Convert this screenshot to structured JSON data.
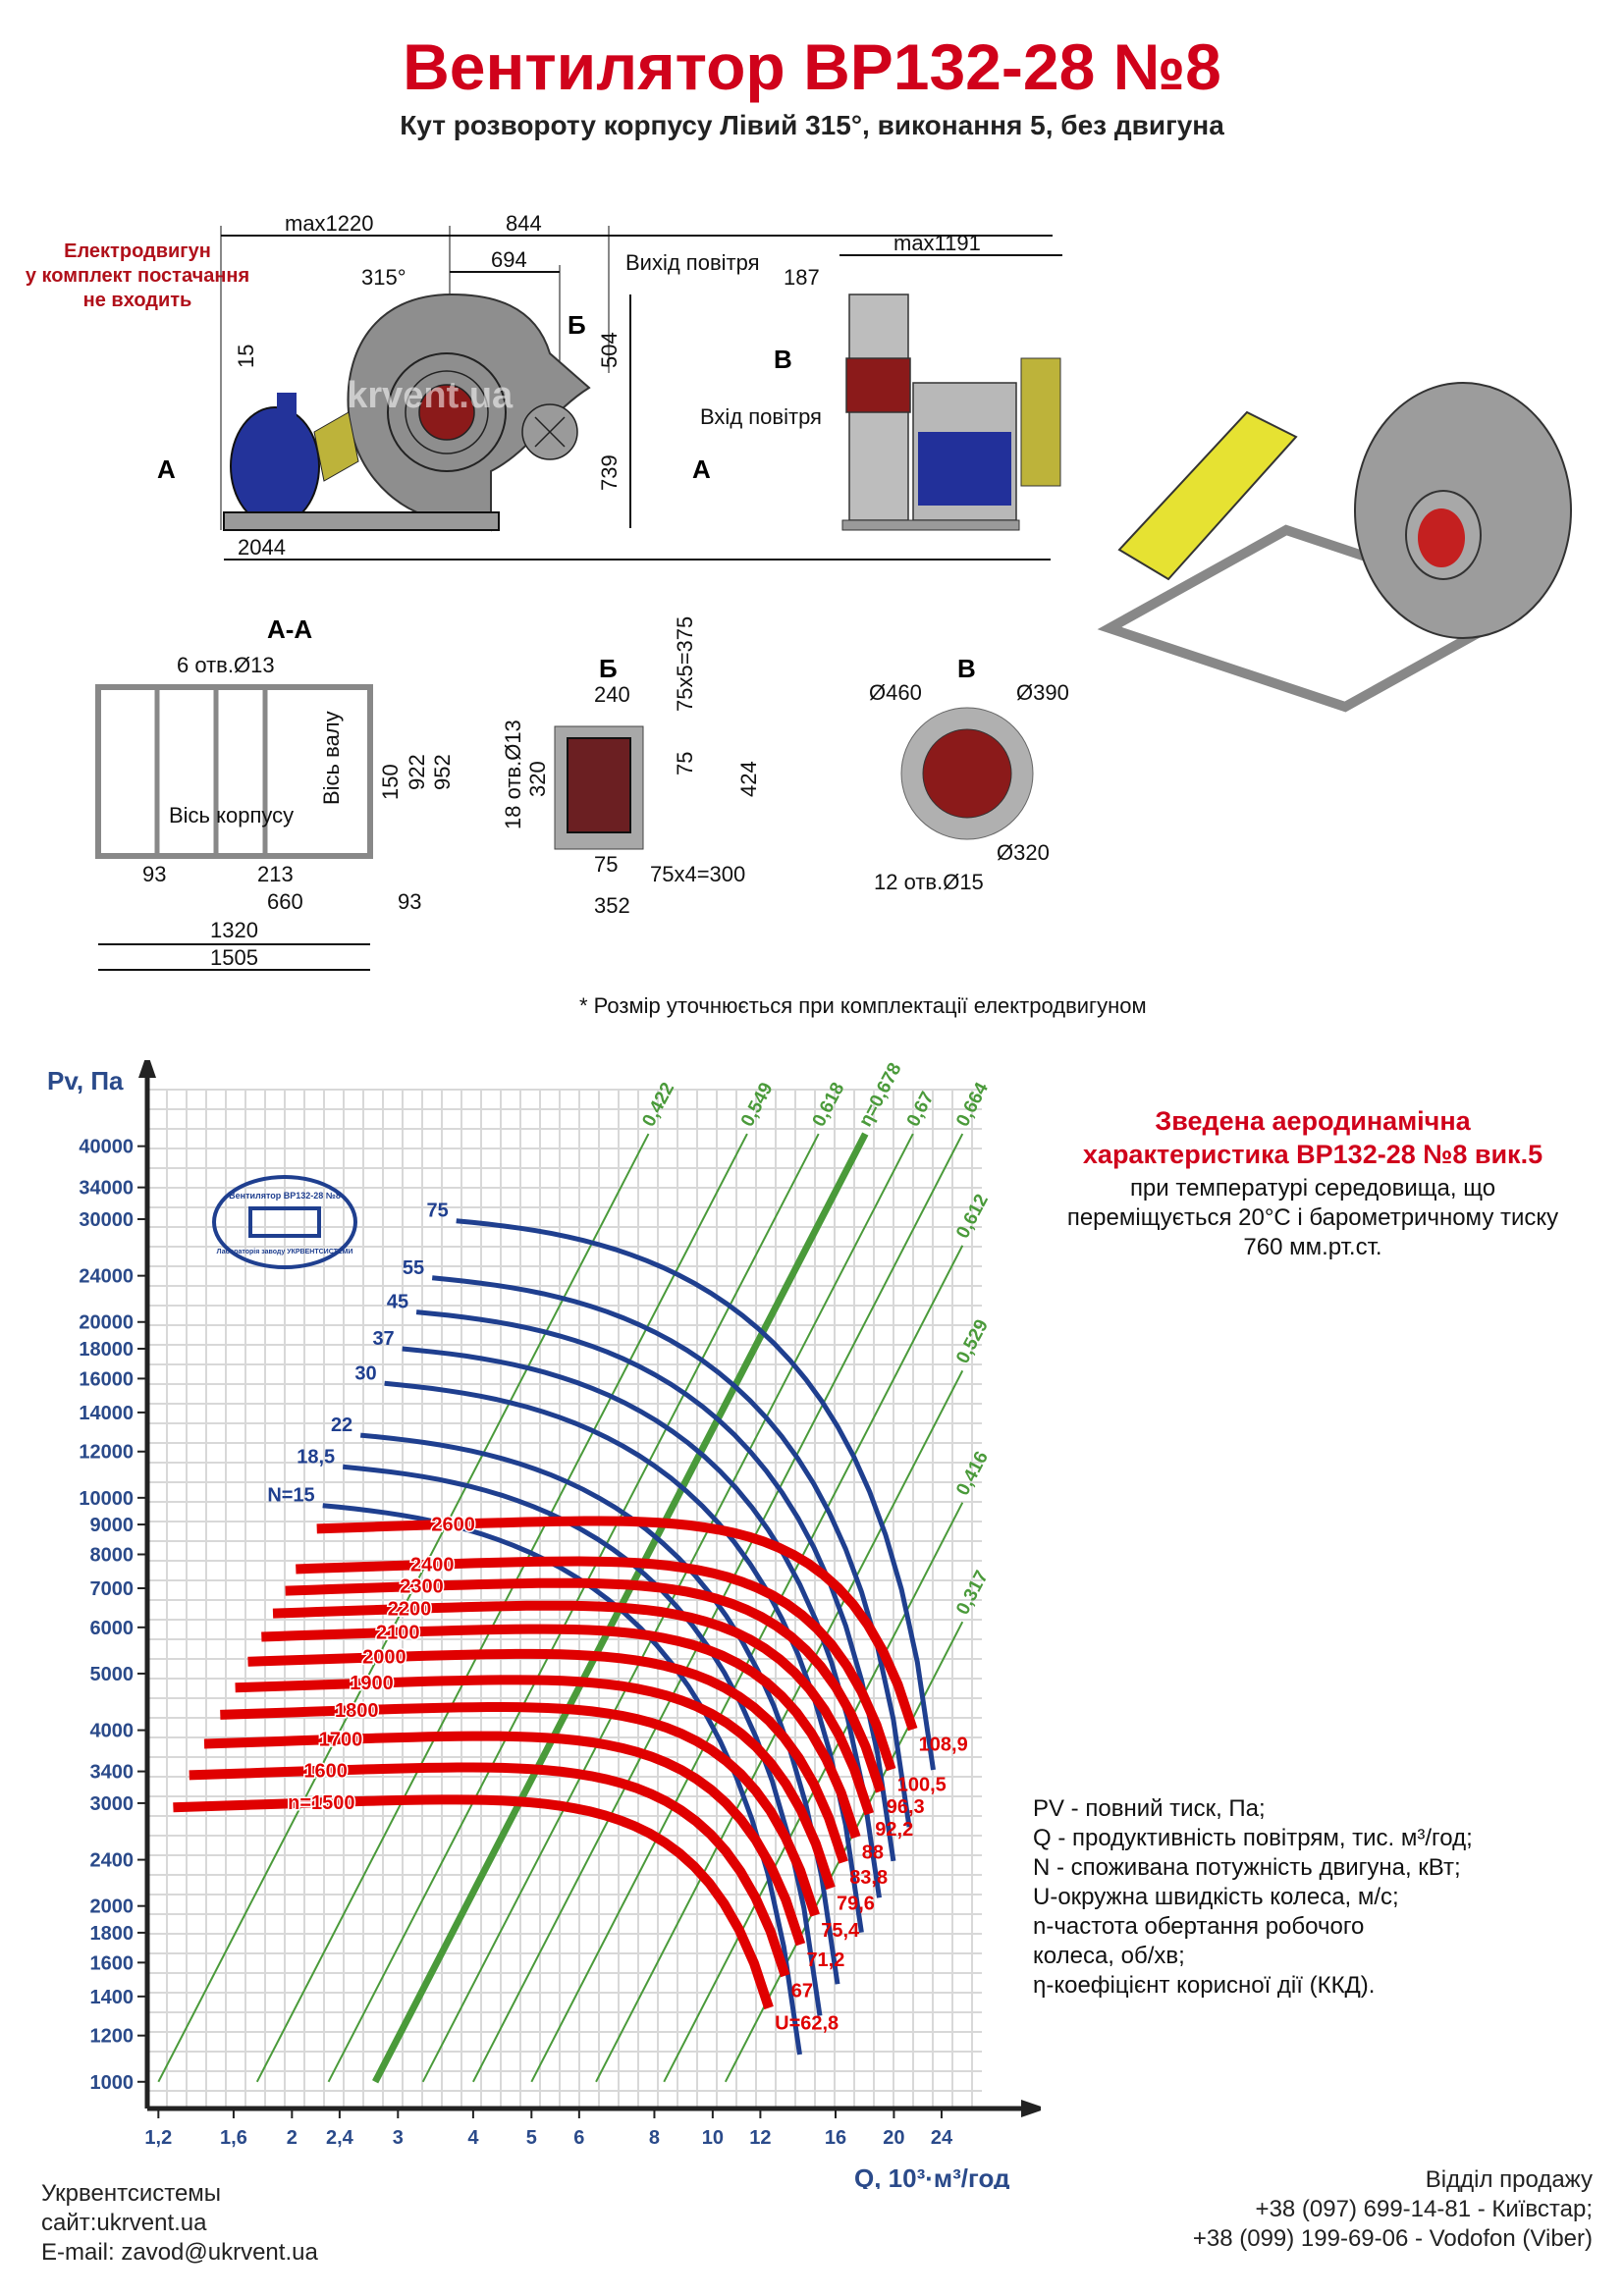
{
  "header": {
    "title": "Вентилятор ВР132-28 №8",
    "subtitle": "Кут розвороту корпусу Лівий 315°, виконання 5, без двигуна"
  },
  "drawing": {
    "motor_note": [
      "Електродвигун",
      "у комплект постачання",
      "не входить"
    ],
    "front_view": {
      "dims": {
        "max_width": "max1220",
        "d844": "844",
        "d694": "694",
        "angle": "315°",
        "d15": "15",
        "d504": "504",
        "d739": "739",
        "d2044": "2044"
      },
      "labels": {
        "section_b": "Б",
        "section_a_left": "А",
        "section_a_right": "А",
        "outlet": "Вихід повітря"
      }
    },
    "side_view": {
      "dims": {
        "max1191": "max1191",
        "d187": "187"
      },
      "labels": {
        "section_v": "В",
        "inlet": "Вхід повітря"
      }
    },
    "section_aa": {
      "title": "А-А",
      "holes": "6 отв.Ø13",
      "axis_shaft": "Вісь валу",
      "axis_body": "Вісь корпусу",
      "dims": {
        "d150": "150",
        "d922": "922",
        "d952": "952",
        "d93a": "93",
        "d213": "213",
        "d660": "660",
        "d93b": "93",
        "d1320": "1320",
        "d1505": "1505"
      }
    },
    "view_b": {
      "title": "Б",
      "holes": "18 отв.Ø13",
      "dims": {
        "d240": "240",
        "d320": "320",
        "d75a": "75",
        "d375": "75x5=375",
        "d424": "424",
        "d75b": "75",
        "d300": "75x4=300",
        "d352": "352"
      }
    },
    "view_v": {
      "title": "В",
      "dims": {
        "d460": "Ø460",
        "d390": "Ø390",
        "d320": "Ø320"
      },
      "holes": "12 отв.Ø15"
    },
    "watermark": "ukrvent.ua",
    "footnote": "* Розмір уточнюється при комплектації електродвигуном"
  },
  "chart_info": {
    "title_line1": "Зведена аеродинамічна",
    "title_line2": "характеристика ВР132-28 №8 вик.5",
    "sub_line1": "при температурі середовища, що",
    "sub_line2": "переміщується 20°С і барометричному тиску",
    "sub_line3": "760 мм.рт.ст.",
    "stamp_text": "Вентилятор ВР132-28 №8",
    "stamp_sub": "Лабораторія заводу УКРВЕНТСИСТЕМИ"
  },
  "legend": [
    "PV - повний тиск, Па;",
    "Q - продуктивність повітрям, тис. м³/год;",
    "N - споживана потужність двигуна, кВт;",
    "U-окружна швидкість колеса, м/с;",
    "n-частота обертання робочого",
    "колеса, об/хв;",
    "η-коефіцієнт корисної дії (ККД)."
  ],
  "contacts": {
    "company": "Укрвентсистемы",
    "site": "сайт:ukrvent.ua",
    "email": "E-mail: zavod@ukrvent.ua",
    "sales": "Відділ продажу",
    "phone1": "+38 (097) 699-14-81 - Київстар;",
    "phone2": "+38 (099) 199-69-06 - Vodofon (Viber)"
  },
  "chart_data": {
    "type": "line",
    "title": "Зведена аеродинамічна характеристика ВР132-28 №8 вик.5",
    "xlabel": "Q, 10³·м³/год",
    "ylabel": "Pv, Па",
    "xscale": "log",
    "yscale": "log",
    "xlim": [
      1.15,
      28
    ],
    "ylim": [
      900,
      50000
    ],
    "grid": true,
    "x_ticks": [
      1.2,
      1.6,
      2,
      2.4,
      3,
      4,
      5,
      6,
      8,
      10,
      12,
      16,
      20,
      24
    ],
    "x_tick_labels": [
      "1,2",
      "1,6",
      "2",
      "2,4",
      "3",
      "4",
      "5",
      "6",
      "8",
      "10",
      "12",
      "16",
      "20",
      "24"
    ],
    "y_ticks": [
      1000,
      1200,
      1400,
      1600,
      1800,
      2000,
      2400,
      3000,
      3400,
      4000,
      5000,
      6000,
      7000,
      8000,
      9000,
      10000,
      12000,
      14000,
      16000,
      18000,
      20000,
      24000,
      30000,
      34000,
      40000
    ],
    "speed_curves": [
      {
        "n": "n=1500",
        "u": "U=62,8",
        "q_start": 1.27,
        "q_end": 12.4,
        "p0": 2950
      },
      {
        "n": "1600",
        "u": "67",
        "q_start": 1.35,
        "q_end": 13.2,
        "p0": 3350
      },
      {
        "n": "1700",
        "u": "71,2",
        "q_start": 1.43,
        "q_end": 14.0,
        "p0": 3790
      },
      {
        "n": "1800",
        "u": "75,4",
        "q_start": 1.52,
        "q_end": 14.8,
        "p0": 4250
      },
      {
        "n": "1900",
        "u": "79,6",
        "q_start": 1.61,
        "q_end": 15.7,
        "p0": 4730
      },
      {
        "n": "2000",
        "u": "83,8",
        "q_start": 1.69,
        "q_end": 16.5,
        "p0": 5240
      },
      {
        "n": "2100",
        "u": "88",
        "q_start": 1.78,
        "q_end": 17.3,
        "p0": 5780
      },
      {
        "n": "2200",
        "u": "92,2",
        "q_start": 1.86,
        "q_end": 18.2,
        "p0": 6340
      },
      {
        "n": "2300",
        "u": "96,3",
        "q_start": 1.95,
        "q_end": 19.0,
        "p0": 6930
      },
      {
        "n": "2400",
        "u": "100,5",
        "q_start": 2.03,
        "q_end": 19.8,
        "p0": 7550
      },
      {
        "n": "2600",
        "u": "108,9",
        "q_start": 2.2,
        "q_end": 21.5,
        "p0": 8850
      }
    ],
    "power_curves": [
      {
        "label": "N=15",
        "q_start": 2.25,
        "p_start": 9700
      },
      {
        "label": "18,5",
        "q_start": 2.43,
        "p_start": 11300
      },
      {
        "label": "22",
        "q_start": 2.6,
        "p_start": 12800
      },
      {
        "label": "30",
        "q_start": 2.85,
        "p_start": 15700
      },
      {
        "label": "37",
        "q_start": 3.05,
        "p_start": 18000
      },
      {
        "label": "45",
        "q_start": 3.22,
        "p_start": 20800
      },
      {
        "label": "55",
        "q_start": 3.42,
        "p_start": 23800
      },
      {
        "label": "75",
        "q_start": 3.75,
        "p_start": 29800
      }
    ],
    "efficiency_lines": [
      {
        "label": "0,422",
        "q_at_1000": 1.2,
        "bold": false
      },
      {
        "label": "0,549",
        "q_at_1000": 1.75,
        "bold": false
      },
      {
        "label": "0,618",
        "q_at_1000": 2.3,
        "bold": false
      },
      {
        "label": "η=0,678",
        "q_at_1000": 2.75,
        "bold": true
      },
      {
        "label": "0,67",
        "q_at_1000": 3.3,
        "bold": false
      },
      {
        "label": "0,664",
        "q_at_1000": 4.0,
        "bold": false
      },
      {
        "label": "0,612",
        "q_at_1000": 5.0,
        "bold": false
      },
      {
        "label": "0,529",
        "q_at_1000": 6.4,
        "bold": false
      },
      {
        "label": "0,416",
        "q_at_1000": 8.3,
        "bold": false
      },
      {
        "label": "0,317",
        "q_at_1000": 10.5,
        "bold": false
      }
    ],
    "colors": {
      "speed": "#e00000",
      "power": "#1f3f8f",
      "efficiency": "#4a9a3a",
      "axis_text": "#2a4a8a",
      "grid": "#d8d8d8"
    }
  }
}
